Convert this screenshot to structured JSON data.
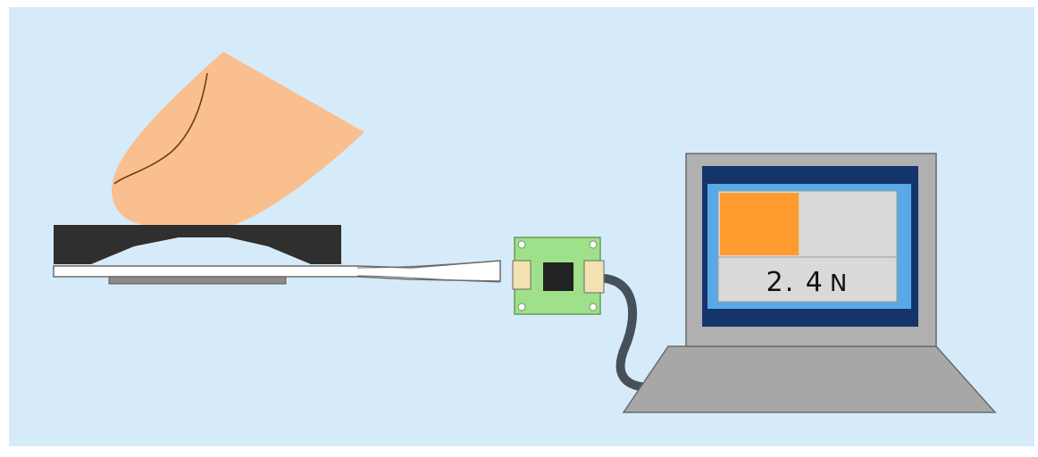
{
  "diagram": {
    "readout": {
      "value": "2. 4",
      "unit": "N"
    },
    "force_bar_level": 0.45
  },
  "colors": {
    "background": "#d6ebfa",
    "finger": "#f9bf8f",
    "sensor_pad": "#2f2f2f",
    "board": "#9fe08b",
    "chip": "#222222",
    "cable": "#46505a",
    "laptop_body": "#a7a7a7",
    "screen_frame": "#15356a",
    "screen_inner": "#58a9e8",
    "panel": "#d9d9d9",
    "bar_fill": "#ff9a2e"
  }
}
